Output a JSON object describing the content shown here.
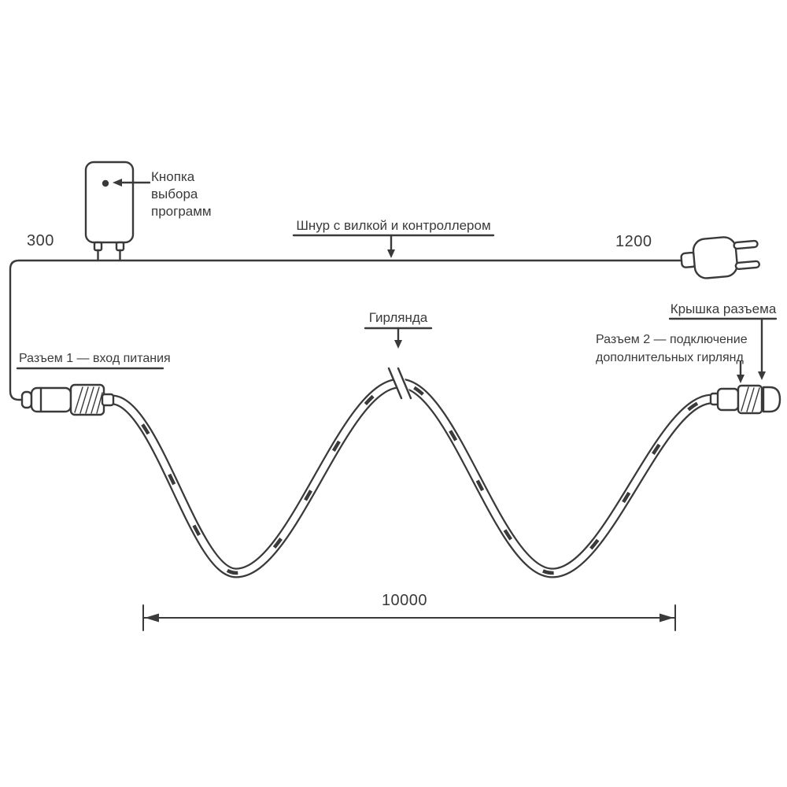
{
  "diagram": {
    "labels": {
      "program_button": "Кнопка\nвыбора\nпрограмм",
      "cord": "Шнур с вилкой и контроллером",
      "garland": "Гирлянда",
      "connector_cap": "Крышка разъема",
      "connector2": "Разъем 2 — подключение\nдополнительных гирлянд",
      "connector1": "Разъем 1 — вход питания"
    },
    "dimensions": {
      "lead_left": "300",
      "cord": "1200",
      "garland": "10000"
    },
    "colors": {
      "line": "#3a3a3a",
      "background": "#ffffff"
    }
  }
}
